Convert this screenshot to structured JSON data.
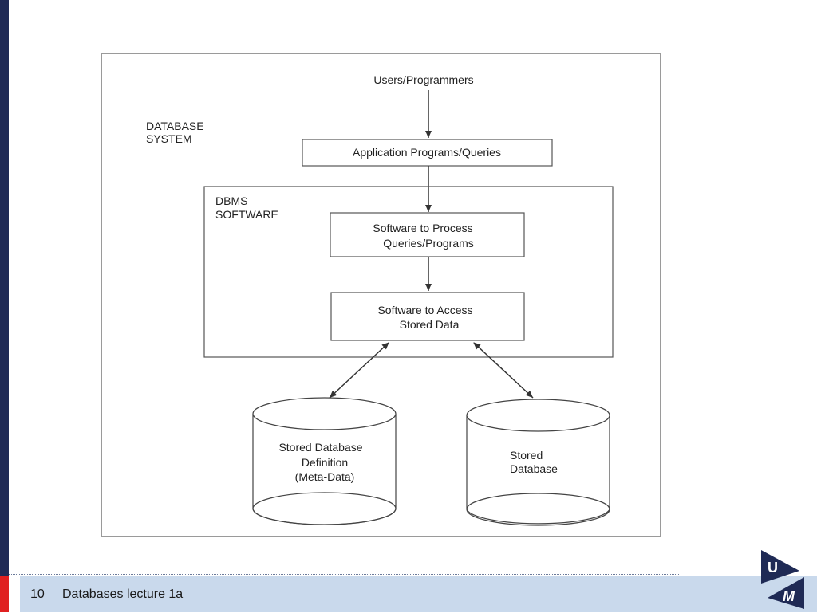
{
  "diagram": {
    "users_label": "Users/Programmers",
    "system_label_line1": "DATABASE",
    "system_label_line2": "SYSTEM",
    "app_programs_label": "Application Programs/Queries",
    "dbms_label_line1": "DBMS",
    "dbms_label_line2": "SOFTWARE",
    "process_line1": "Software to Process",
    "process_line2": "Queries/Programs",
    "access_line1": "Software to Access",
    "access_line2": "Stored Data",
    "metadata_line1": "Stored Database",
    "metadata_line2": "Definition",
    "metadata_line3": "(Meta-Data)",
    "stored_db_line1": "Stored",
    "stored_db_line2": "Database"
  },
  "footer": {
    "slide_number": "10",
    "title": "Databases lecture 1a"
  },
  "logo": {
    "letter_top": "U",
    "letter_bottom": "M",
    "color": "#1f2a55"
  },
  "colors": {
    "sidebar": "#1f2a55",
    "accent_red": "#e02020",
    "footer_bg": "#c9d9ec"
  }
}
